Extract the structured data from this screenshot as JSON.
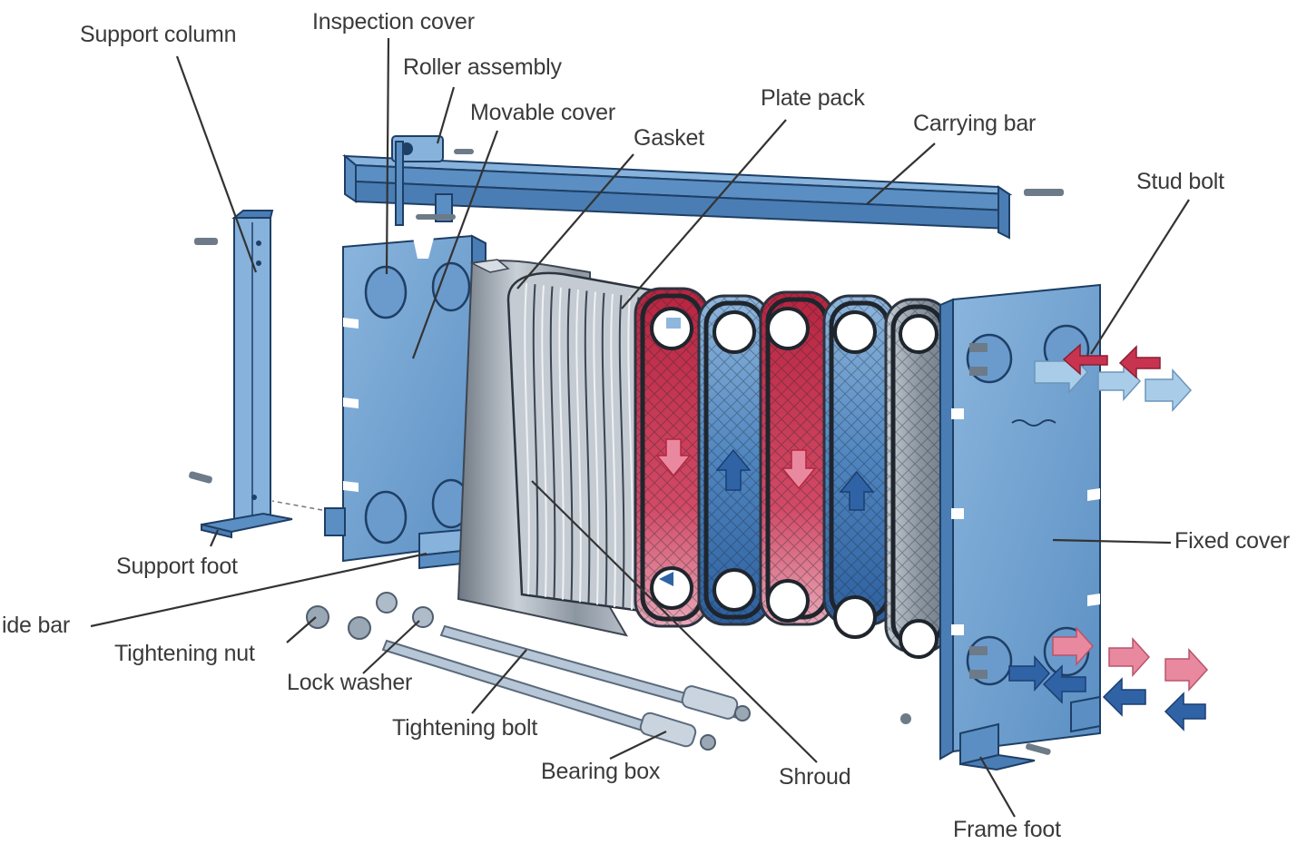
{
  "diagram": {
    "labels": {
      "support_column": "Support column",
      "inspection_cover": "Inspection cover",
      "roller_assembly": "Roller assembly",
      "movable_cover": "Movable cover",
      "gasket": "Gasket",
      "plate_pack": "Plate pack",
      "carrying_bar": "Carrying bar",
      "stud_bolt": "Stud bolt",
      "fixed_cover": "Fixed cover",
      "support_foot": "Support foot",
      "guide_bar": "ide bar",
      "tightening_nut": "Tightening nut",
      "lock_washer": "Lock washer",
      "tightening_bolt": "Tightening bolt",
      "bearing_box": "Bearing box",
      "shroud": "Shroud",
      "frame_foot": "Frame foot"
    },
    "icons": {
      "hot_flow_arrow": "hot-flow-arrow-icon",
      "cold_flow_arrow": "cold-flow-arrow-icon"
    },
    "colors": {
      "frame_steel": "#5b8fc3",
      "frame_outline": "#1e3f66",
      "hot_medium": "#c8334f",
      "hot_arrow_light": "#e9899f",
      "cold_medium": "#2f63a6",
      "cold_arrow_light": "#a9cde8",
      "plate_grey": "#9aa4ae",
      "label_text": "#3a3a3a"
    }
  }
}
